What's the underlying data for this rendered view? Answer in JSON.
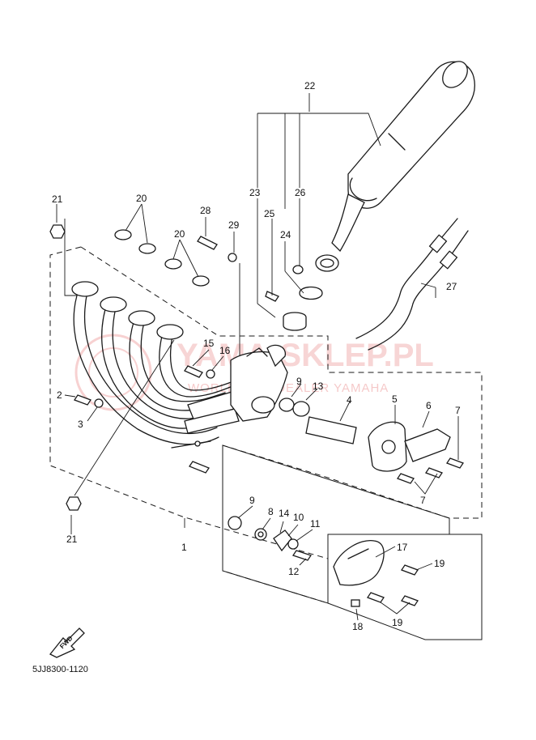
{
  "diagram": {
    "drawing_code": "5JJ8300-1120",
    "fwd_label": "FWD",
    "watermark": {
      "brand": "YAMA-SKLEP.PL",
      "tagline": "WORLDWIDE DEALER YAMAHA"
    },
    "callouts": {
      "c1": "1",
      "c2": "2",
      "c3": "3",
      "c4": "4",
      "c5": "5",
      "c6": "6",
      "c7a": "7",
      "c7b": "7",
      "c8": "8",
      "c9a": "9",
      "c9b": "9",
      "c10": "10",
      "c11": "11",
      "c12": "12",
      "c13": "13",
      "c14": "14",
      "c15": "15",
      "c16": "16",
      "c17": "17",
      "c18": "18",
      "c19a": "19",
      "c19b": "19",
      "c20a": "20",
      "c20b": "20",
      "c21a": "21",
      "c21b": "21",
      "c22": "22",
      "c23": "23",
      "c24": "24",
      "c25": "25",
      "c26": "26",
      "c27": "27",
      "c28": "28",
      "c29": "29"
    }
  }
}
